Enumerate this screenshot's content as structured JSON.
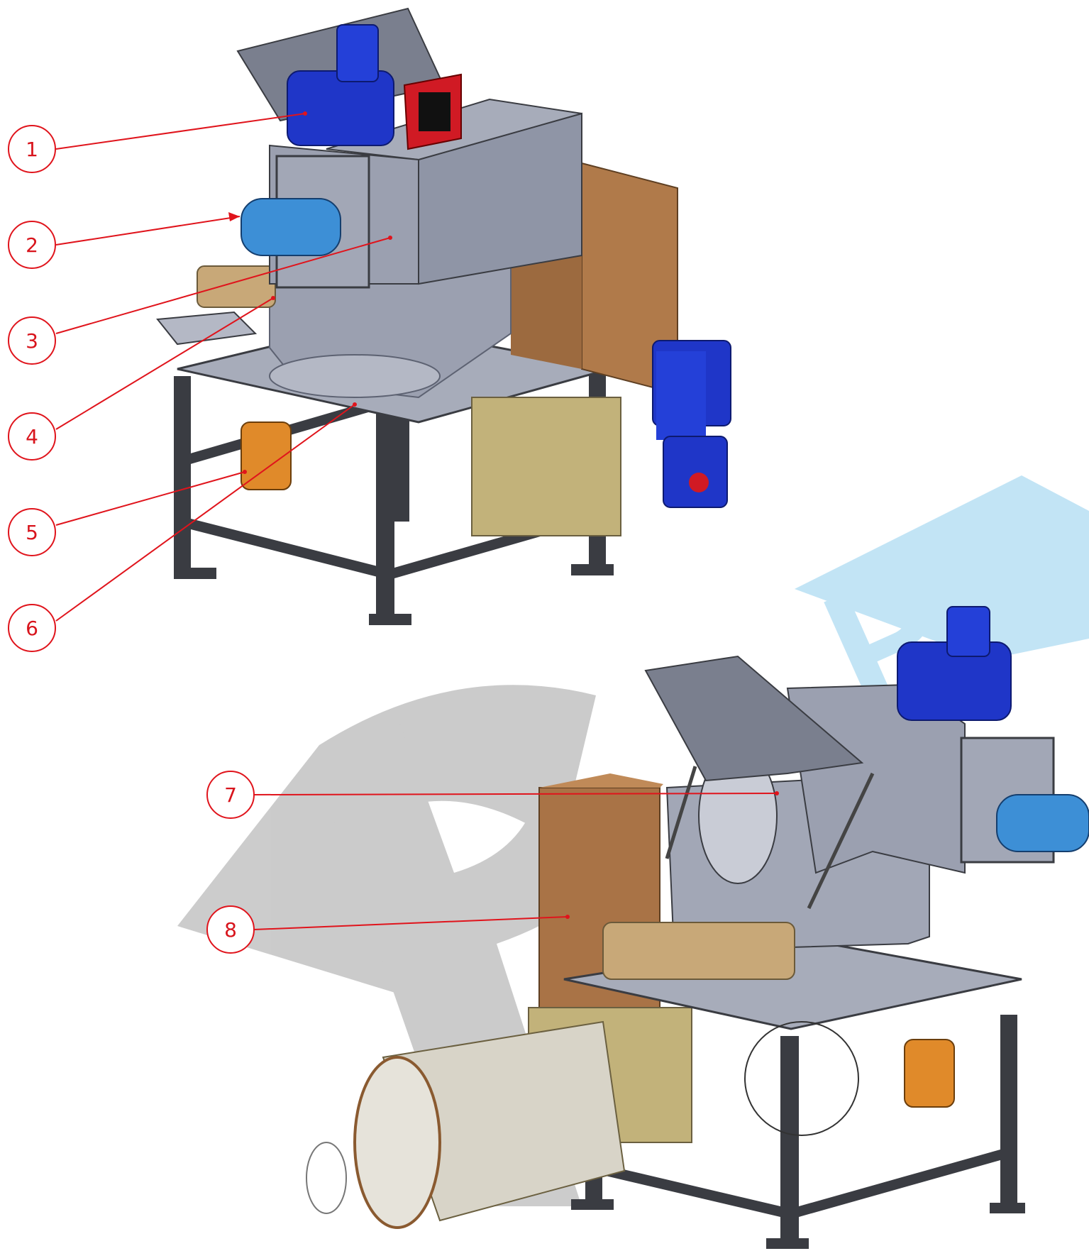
{
  "colors": {
    "callout": "#e0141c",
    "steel": "#8f95a6",
    "steel_dark": "#5d6272",
    "motor_blue": "#1f36c8",
    "cylinder_blue": "#3d8fd6",
    "copper_box": "#b07a4a",
    "olive_box": "#c2b27a",
    "vibrator_orange": "#e08a2a",
    "frame_dark": "#3a3c42",
    "watermark_grey": "#c7c7c7",
    "watermark_blue": "#bfe3f5"
  },
  "watermark": {
    "text": "Pal"
  },
  "callouts": [
    {
      "id": "1",
      "label": "1"
    },
    {
      "id": "2",
      "label": "2"
    },
    {
      "id": "3",
      "label": "3"
    },
    {
      "id": "4",
      "label": "4"
    },
    {
      "id": "5",
      "label": "5"
    },
    {
      "id": "6",
      "label": "6"
    },
    {
      "id": "7",
      "label": "7"
    },
    {
      "id": "8",
      "label": "8"
    }
  ]
}
